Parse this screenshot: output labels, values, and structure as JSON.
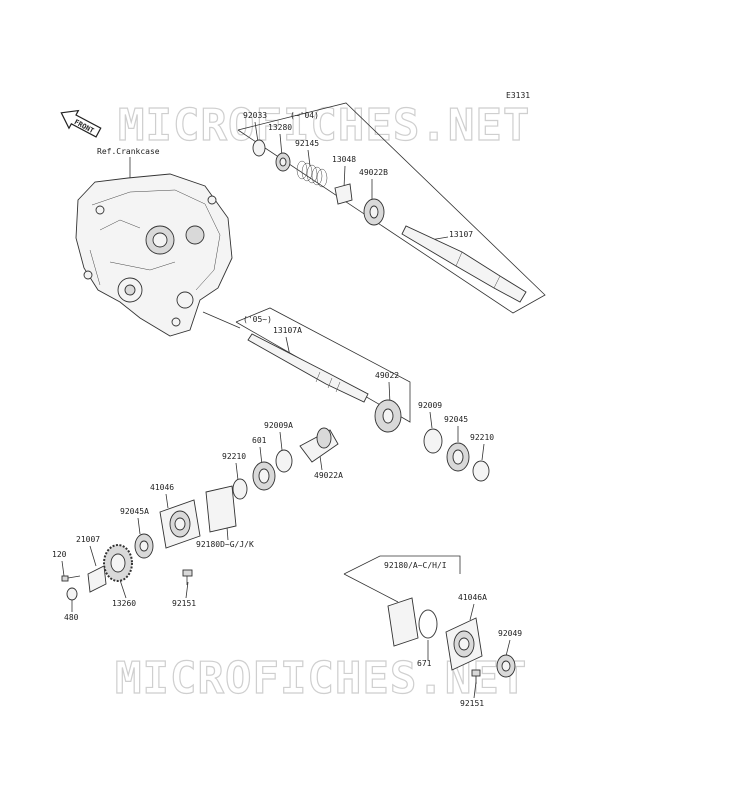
{
  "diagram_code": "E3131",
  "watermark": "MICROFICHES.NET",
  "front_label": "FRONT",
  "ref_label": "Ref.Crankcase",
  "group_notes": {
    "upper": "(~'04)",
    "middle": "('05~)"
  },
  "parts": {
    "p92033": "92033",
    "p13280": "13280",
    "p92145": "92145",
    "p13048": "13048",
    "p49022B": "49022B",
    "p13107": "13107",
    "p13107A": "13107A",
    "p49022": "49022",
    "p92009": "92009",
    "p92045": "92045",
    "p92210_right": "92210",
    "p92009A": "92009A",
    "p601": "601",
    "p92210_left": "92210",
    "p49022A": "49022A",
    "p41046": "41046",
    "p92045A": "92045A",
    "p92180D": "92180D~G/J/K",
    "p21007": "21007",
    "p120": "120",
    "p480": "480",
    "p13260": "13260",
    "p92151_left": "92151",
    "p92180A": "92180/A~C/H/I",
    "p41046A": "41046A",
    "p92049": "92049",
    "p671": "671",
    "p92151_right": "92151"
  }
}
